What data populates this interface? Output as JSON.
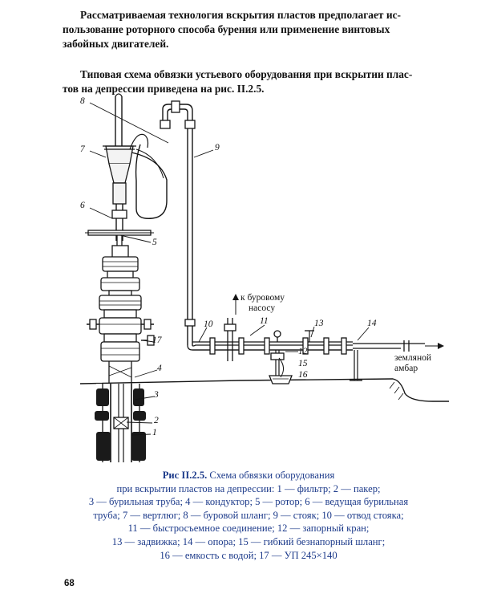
{
  "text": {
    "para1_lines": [
      "Рассматриваемая технология вскрытия пластов предполагает ис-",
      "пользование роторного способа бурения или применение винтовых",
      "забойных двигателей."
    ],
    "para2_lines": [
      "Типовая схема обвязки устьевого оборудования при вскрытии плас-",
      "тов на депрессии приведена на рис. II.2.5."
    ]
  },
  "figure": {
    "labels": {
      "l1": "1",
      "l2": "2",
      "l3": "3",
      "l4": "4",
      "l5": "5",
      "l6": "6",
      "l7": "7",
      "l8": "8",
      "l9": "9",
      "l10": "10",
      "l11": "11",
      "l12": "12",
      "l13": "13",
      "l14": "14",
      "l15": "15",
      "l16": "16",
      "l17": "17"
    },
    "note_pump_line1": "к буровому",
    "note_pump_line2": "насосу",
    "note_pit_line1": "земляной",
    "note_pit_line2": "амбар"
  },
  "caption": {
    "title": "Рис II.2.5.",
    "line1_rest": "Схема обвязки оборудования",
    "lines": [
      "при вскрытии пластов на депрессии: 1 — фильтр; 2 — пакер;",
      "3 — бурильная труба; 4 — кондуктор; 5 — ротор; 6 — ведущая бурильная",
      "труба; 7 — вертлюг; 8 — буровой шланг; 9 — стояк; 10 — отвод стояка;",
      "11 — быстросъемное соединение; 12 — запорный кран;",
      "13 — задвижка; 14 — опора; 15 — гибкий безнапорный шланг;",
      "16 — емкость с водой; 17 — УП 245×140"
    ]
  },
  "page_number": "68",
  "colors": {
    "caption": "#1c3a8a",
    "ink": "#111111"
  }
}
